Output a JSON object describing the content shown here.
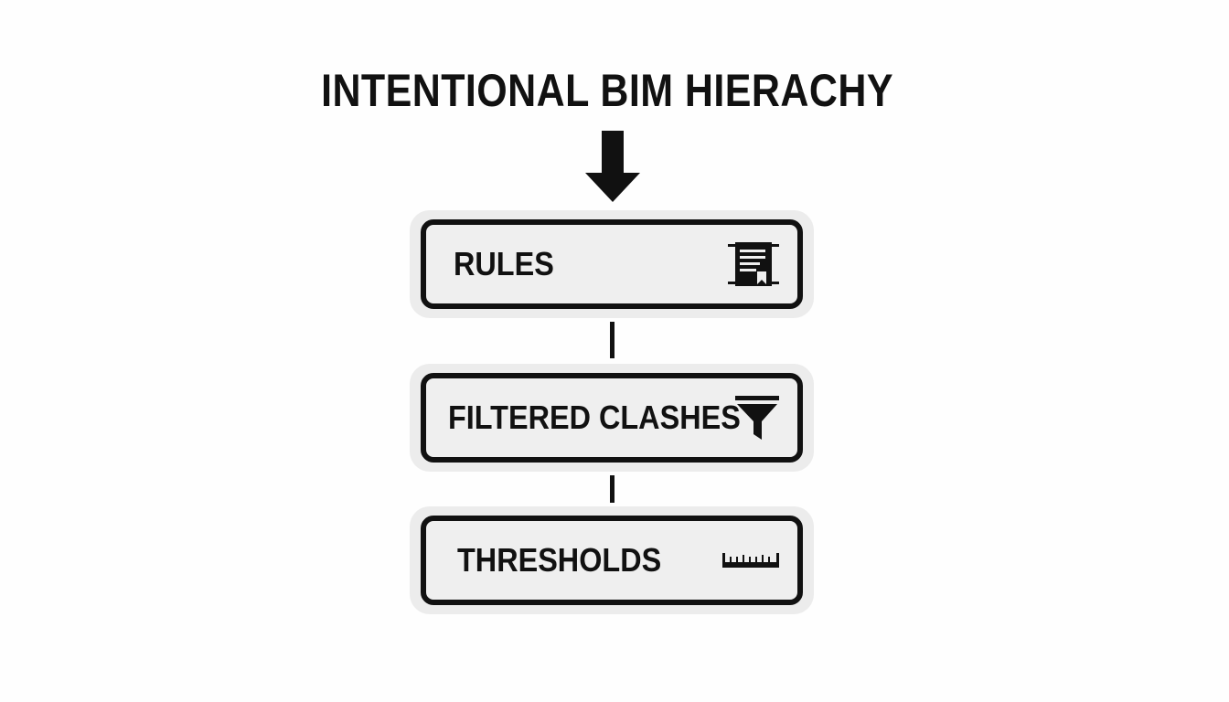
{
  "diagram": {
    "title": "INTENTIONAL BIM HIERACHY",
    "levels": [
      {
        "label": "RULES",
        "icon": "document-ribbon-icon"
      },
      {
        "label": "FILTERED CLASHES",
        "icon": "funnel-filter-icon"
      },
      {
        "label": "THRESHOLDS",
        "icon": "ruler-icon"
      }
    ]
  },
  "colors": {
    "ink": "#111111",
    "box_fill": "#efefef",
    "halo": "#ececec",
    "background": "#fefefe"
  }
}
